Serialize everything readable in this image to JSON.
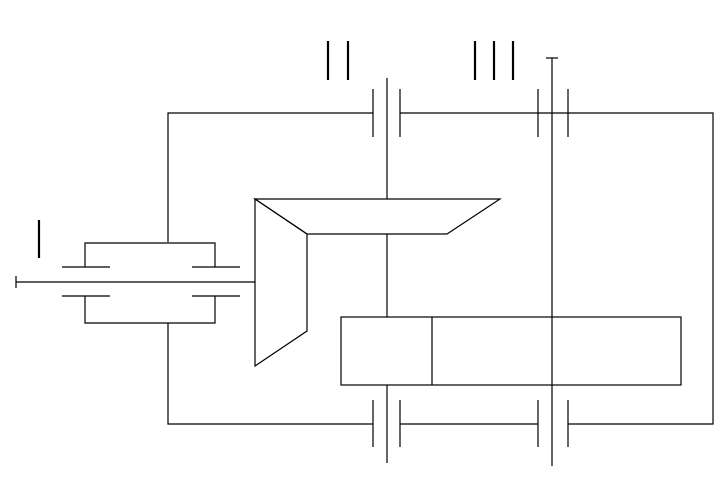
{
  "diagram": {
    "type": "gear reducer kinematic sketch",
    "shaft_labels": [
      "I",
      "II",
      "III"
    ],
    "colors": {
      "stroke": "#000000",
      "background": "#ffffff"
    }
  }
}
